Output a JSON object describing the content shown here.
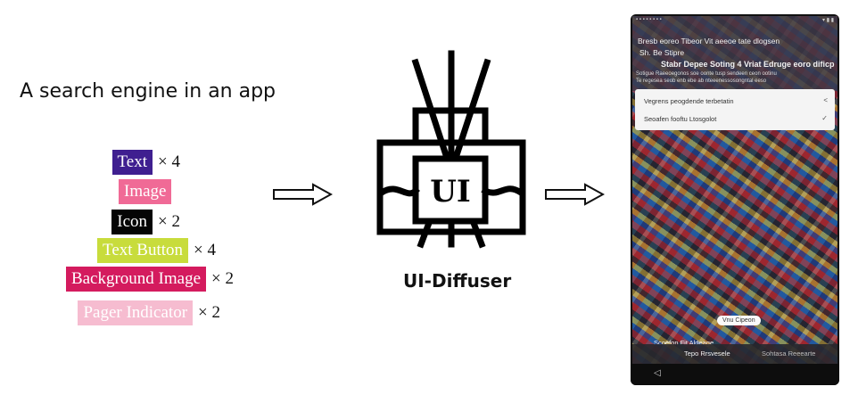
{
  "prompt": "A search engine in an app",
  "components": [
    {
      "label": "Text",
      "count": "× 4",
      "bg": "#3f1f90",
      "fg": "#ffffff"
    },
    {
      "label": "Image",
      "count": "",
      "bg": "#f06a96",
      "fg": "#ffffff"
    },
    {
      "label": "Icon",
      "count": "× 2",
      "bg": "#050505",
      "fg": "#ffffff"
    },
    {
      "label": "Text Button",
      "count": "× 4",
      "bg": "#c8dc3c",
      "fg": "#ffffff"
    },
    {
      "label": "Background Image",
      "count": "× 2",
      "bg": "#d41b5e",
      "fg": "#ffffff"
    },
    {
      "label": "Pager Indicator",
      "count": "× 2",
      "bg": "#f6bcd0",
      "fg": "#ffffff"
    }
  ],
  "model": {
    "title": "UI-Diffuser",
    "icon_text": "UI"
  },
  "phone": {
    "header_line1": "Bresb eoreo Tibeor Vit aeeoe tate dlogsen",
    "header_line2": "Sh. Be Stipre",
    "header_line3": "Stabr Depee Soting 4 Vriat Edruge eoro dificp",
    "header_line4": "Sotigue Raeeoegonos soe oonte tusp sendeen ceon ootinu",
    "header_line5": "Te regesea seob enb ebe ab nteeenessosongntal eeso",
    "card_row1": "Vegrens peogdende terbetatin",
    "card_row2": "Seoafen fooftu Ltosgolot",
    "pill": "Vnu Cipeon",
    "lower_text": "Scoefon Fit Aldeage",
    "tab1": "Tepo Rrsvesele",
    "tab2": "Sohtasa Reeearte",
    "nav_back": "◁"
  }
}
